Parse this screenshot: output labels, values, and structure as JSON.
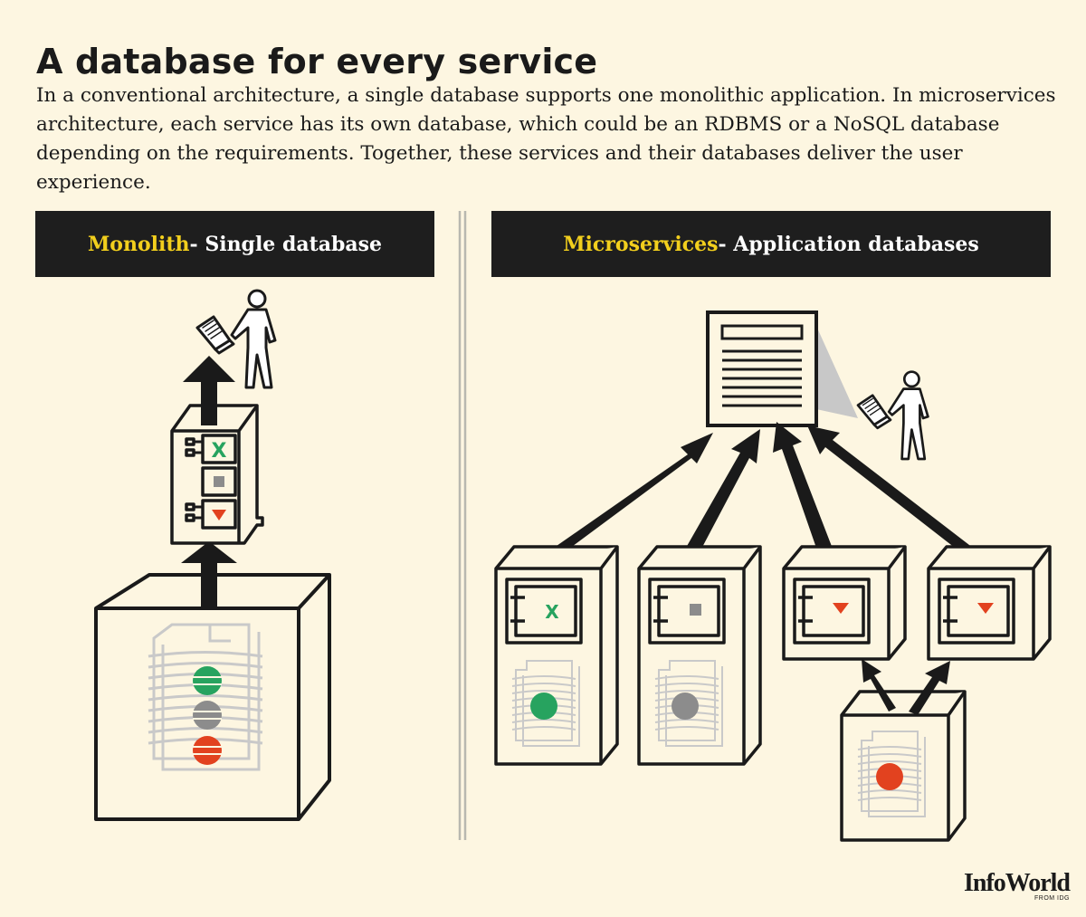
{
  "title": "A database for every service",
  "subtitle": "In a conventional architecture, a single database supports one monolithic application. In microservices architecture, each service has its own database, which could be an RDBMS or a NoSQL database depending on the requirements. Together, these services and their databases deliver the user experience.",
  "monolith": {
    "accent": "Monolith",
    "label": " - Single database"
  },
  "microservices": {
    "accent": "Microservices",
    "label": " - Application  databases"
  },
  "logo": {
    "brand": "InfoWorld",
    "sub": "FROM IDG"
  },
  "colors": {
    "background": "#fdf6e1",
    "header_bg": "#1e1e1e",
    "accent_yellow": "#f2cf1d",
    "green": "#27a35f",
    "gray": "#8c8c8c",
    "red": "#e2421f",
    "db_outline": "#c9c9c9"
  },
  "icons": {
    "x_mark": "X",
    "user": "user-with-laptop-icon",
    "page": "web-page-icon",
    "server": "server-icon",
    "database": "database-icon"
  }
}
